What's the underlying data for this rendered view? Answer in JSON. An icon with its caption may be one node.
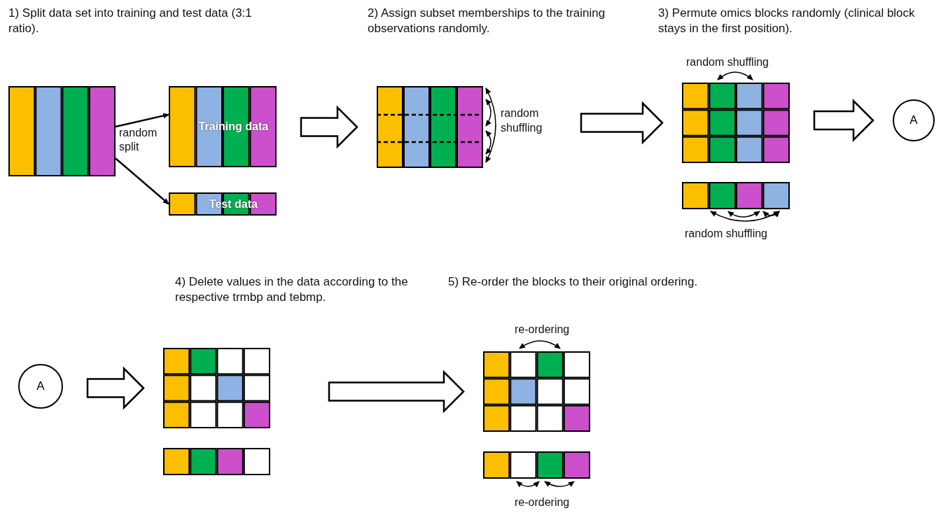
{
  "diagram": {
    "nodes": [
      {
        "text": [],
        "shape": "box"
      },
      {
        "text": [
          "Training data"
        ]
      },
      {
        "text": [
          "Test data"
        ]
      },
      {
        "text": [],
        "shape": "box",
        "beside": [
          "random shuffling"
        ]
      },
      {
        "text": [],
        "shape": "box",
        "beside": [
          "random shuffling"
        ]
      },
      {
        "text": [],
        "shape": "box",
        "beside": [
          "random shuffling"
        ]
      },
      {
        "text": [
          "A"
        ]
      },
      {
        "text": [
          "A"
        ]
      },
      {
        "text": [],
        "shape": "box"
      },
      {
        "text": [],
        "shape": "box"
      },
      {
        "text": [],
        "shape": "box",
        "beside": [
          "re-ordering"
        ]
      },
      {
        "text": [],
        "shape": "box",
        "beside": [
          "re-ordering"
        ]
      }
    ],
    "edges": [
      {
        "from": 0,
        "to": 1,
        "arrow": "to"
      },
      {
        "from": 0,
        "to": 2,
        "arrow": "to"
      },
      {
        "from": 1,
        "to": 3,
        "arrow": "to",
        "style": "thick"
      },
      {
        "from": 3,
        "to": 4,
        "arrow": "to",
        "style": "thick"
      },
      {
        "from": 4,
        "to": 6,
        "arrow": "to",
        "style": "thick"
      },
      {
        "from": 7,
        "to": 8,
        "arrow": "to",
        "style": "thick"
      },
      {
        "from": 8,
        "to": 10,
        "arrow": "to",
        "style": "thick"
      }
    ],
    "labels": [
      "1) Split data set into training and test data (3:1 ratio).",
      "2) Assign subset memberships to the training observations randomly.",
      "3) Permute omics blocks randomly (clinical block stays in the first position).",
      "random split",
      "4) Delete values in the data according to the respective trmbp and tebmp.",
      "5) Re-order the blocks to their original ordering."
    ]
  }
}
